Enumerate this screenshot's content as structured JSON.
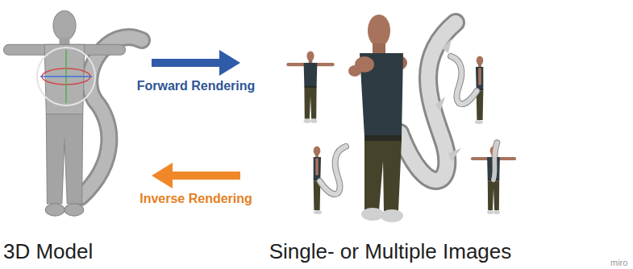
{
  "diagram": {
    "nodes": [
      {
        "text": [
          "3D Model"
        ]
      },
      {
        "text": [
          "Single- or Multiple Images"
        ]
      }
    ],
    "edges": [
      {
        "from": 0,
        "to": 1,
        "arrow": "to",
        "label": "Forward Rendering"
      },
      {
        "from": 1,
        "to": 0,
        "arrow": "to",
        "label": "Inverse Rendering"
      }
    ],
    "labels": [
      "miro"
    ]
  }
}
